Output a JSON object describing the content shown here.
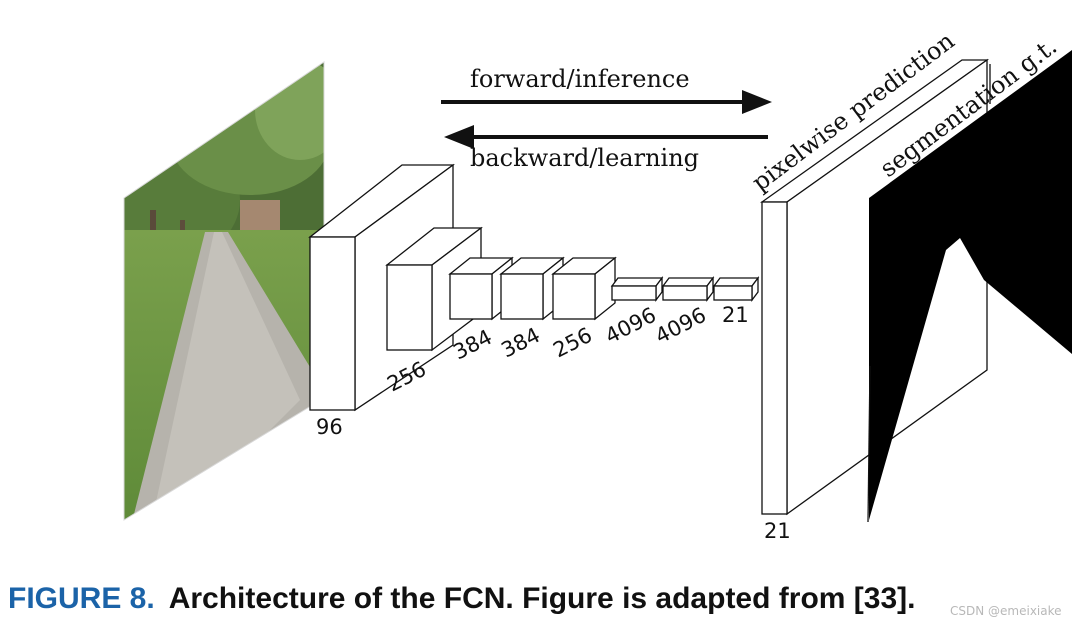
{
  "diagram": {
    "arrows": {
      "forward_label": "forward/inference",
      "backward_label": "backward/learning"
    },
    "layer_labels": [
      "96",
      "256",
      "384",
      "384",
      "256",
      "4096",
      "4096",
      "21"
    ],
    "output_depth_label": "21",
    "prediction_label": "pixelwise prediction",
    "ground_truth_label": "segmentation g.t."
  },
  "caption": {
    "figure_label": "FIGURE 8.",
    "text": "Architecture of the FCN. Figure is adapted from [33]."
  },
  "watermark": "CSDN @emeixiake",
  "colors": {
    "caption_label": "#1b63a8",
    "line": "#111111",
    "segmentation_mask": "#000000"
  }
}
